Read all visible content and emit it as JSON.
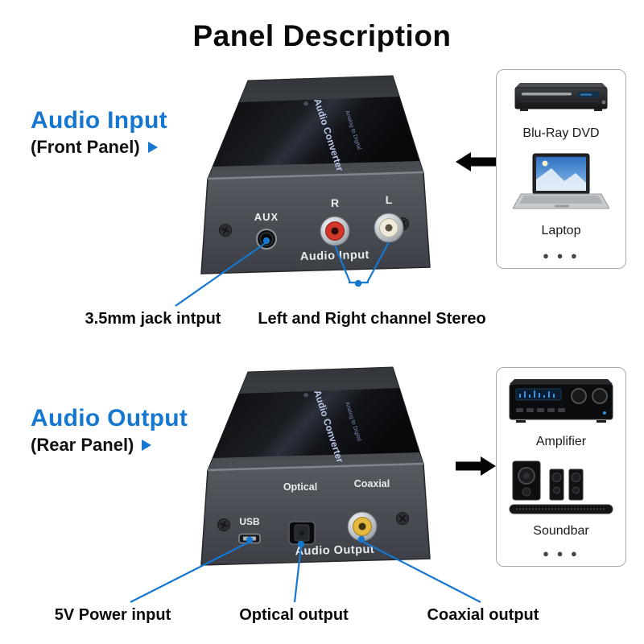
{
  "title": "Panel Description",
  "colors": {
    "accent": "#1577d0"
  },
  "input_section": {
    "heading": "Audio Input",
    "subheading": "(Front Panel)",
    "device": {
      "brand_mark": "®",
      "brand_text": "Audio Converter",
      "brand_subtext": "Analog to Digital",
      "aux_label": "AUX",
      "right_label": "R",
      "left_label": "L",
      "panel_title": "Audio Input"
    },
    "sources": {
      "item1": "Blu-Ray DVD",
      "item2": "Laptop",
      "more": "● ● ●"
    },
    "callout_jack": "3.5mm jack intput",
    "callout_stereo": "Left and Right channel Stereo"
  },
  "output_section": {
    "heading": "Audio Output",
    "subheading": "(Rear Panel)",
    "device": {
      "brand_mark": "®",
      "brand_text": "Audio Converter",
      "brand_subtext": "Analog to Digital",
      "optical_label": "Optical",
      "coaxial_label": "Coaxial",
      "usb_label": "USB",
      "panel_title": "Audio Output"
    },
    "sinks": {
      "item1": "Amplifier",
      "item2": "Soundbar",
      "more": "● ● ●"
    },
    "callout_power": "5V Power input",
    "callout_optical": "Optical output",
    "callout_coaxial": "Coaxial output"
  }
}
